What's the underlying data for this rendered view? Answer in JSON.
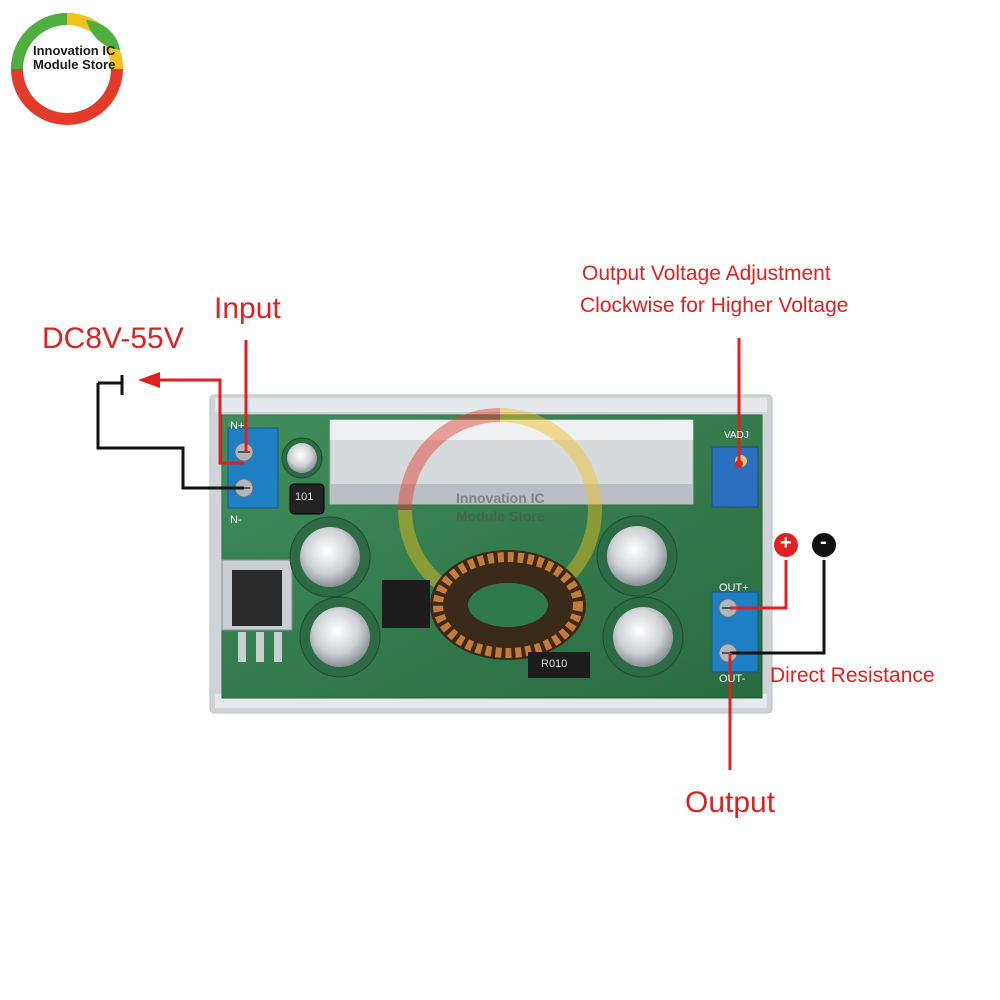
{
  "logo": {
    "line1": "Innovation IC",
    "line2": "Module Store"
  },
  "labels": {
    "input": "Input",
    "voltage_range": "DC8V-55V",
    "adjust_line1": "Output Voltage Adjustment",
    "adjust_line2": "Clockwise for Higher Voltage",
    "direct_resistance": "Direct Resistance",
    "output": "Output",
    "plus": "+",
    "minus": "-"
  },
  "board": {
    "terminal_in_pos": "N+",
    "terminal_in_neg": "N-",
    "terminal_out_pos": "OUT+",
    "terminal_out_neg": "OUT-",
    "pot_label": "VADJ",
    "inductor_marking": "101",
    "resistor_marking": "R010",
    "watermark_line1": "Innovation IC",
    "watermark_line2": "Module Store"
  },
  "colors": {
    "accent_red": "#e02020",
    "wire_black": "#111111",
    "pcb_green": "#2f7a4a",
    "terminal_blue": "#1f7fc4",
    "heatsink": "#d6dadd"
  }
}
